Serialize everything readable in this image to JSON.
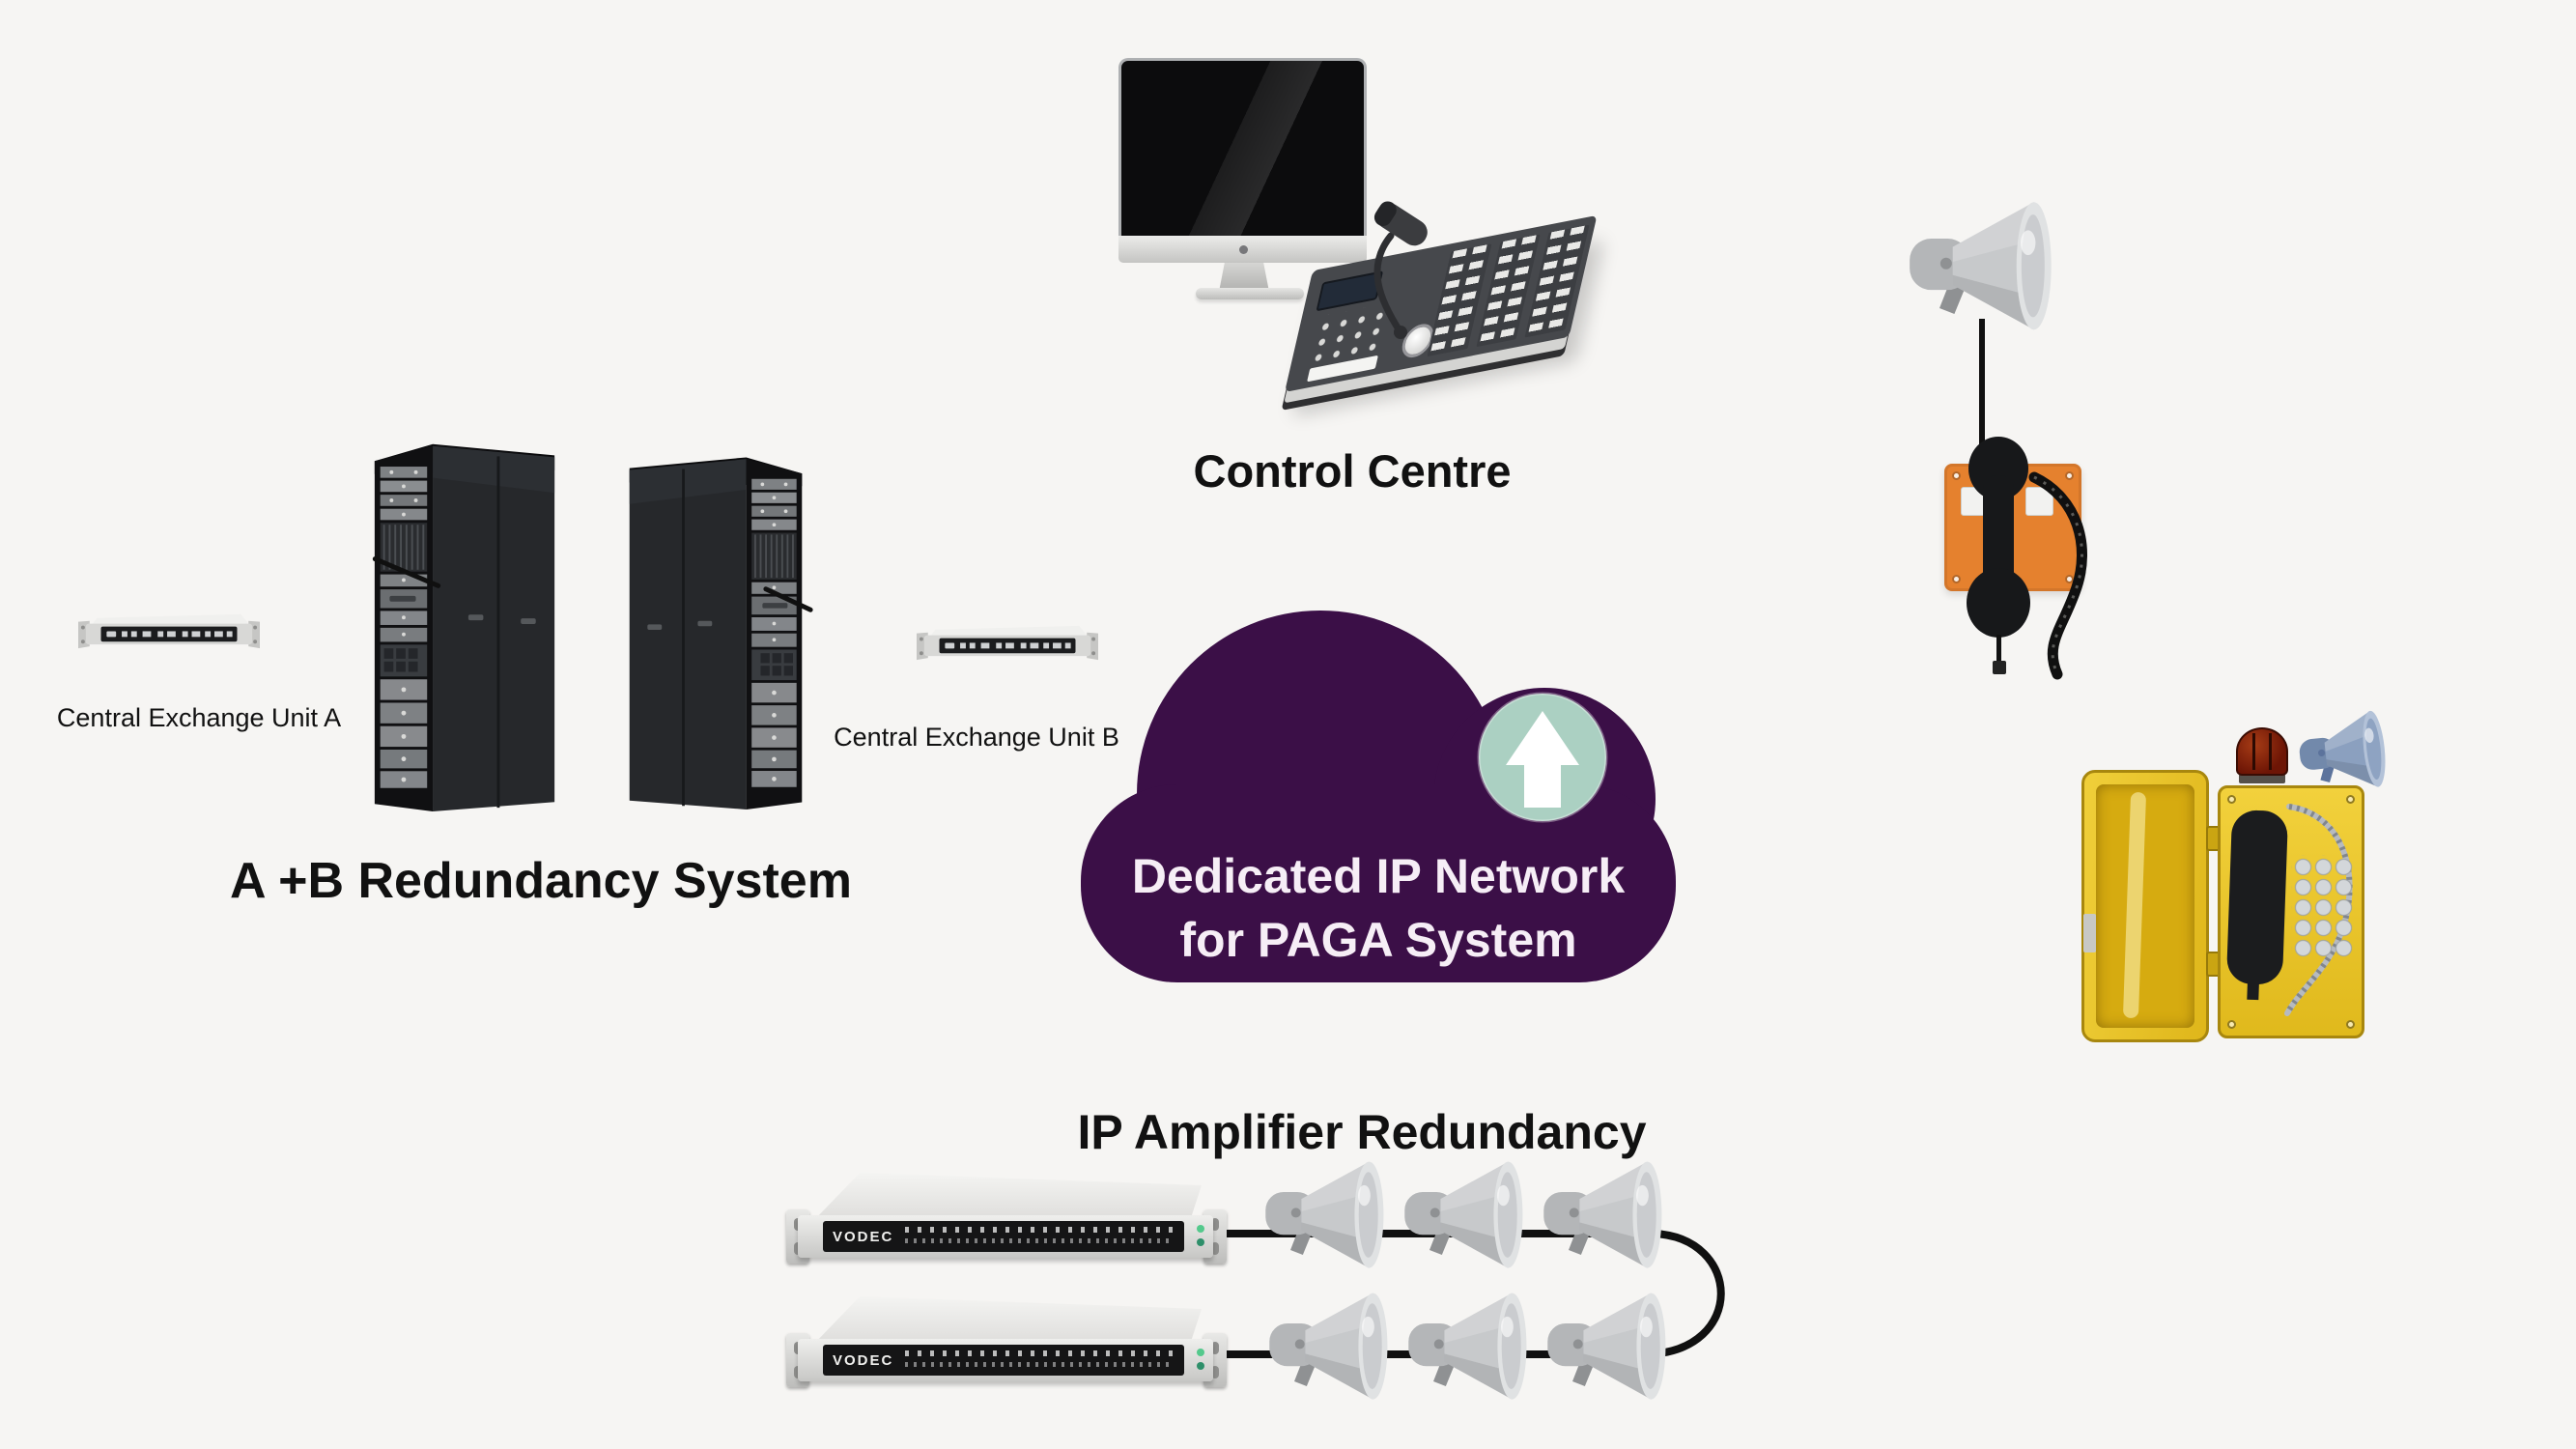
{
  "labels": {
    "control_centre": "Control Centre",
    "unit_a": "Central Exchange Unit A",
    "unit_b": "Central Exchange Unit B",
    "redundancy_title": "A +B Redundancy System",
    "amplifier_title": "IP Amplifier Redundancy",
    "cloud_line1": "Dedicated IP Network",
    "cloud_line2": "for PAGA System",
    "amplifier_brand": "VODEC"
  },
  "counts": {
    "server_racks": 2,
    "central_exchange_units": 2,
    "ip_amplifiers": 2,
    "loop_speakers": 6
  },
  "icons": {
    "network_arrow": "up-arrow",
    "control_position": "imac-monitor-with-paging-console-and-gooseneck-mic",
    "field_speakers": "horn-loudspeaker",
    "wall_station": "orange-panel-with-black-handset-and-coiled-cord",
    "industrial_phone": "yellow-weatherproof-telephone-with-beacon-and-blue-horn"
  },
  "colors": {
    "background": "#f6f5f3",
    "text": "#111111",
    "cloud": "#3b0f47",
    "cloud_text": "#f6eef6",
    "arrow_badge": "#abd0c2",
    "arrow": "#ffffff",
    "cable": "#101010",
    "panel_orange": "#e5812e",
    "phone_yellow": "#e7c226",
    "beacon": "#6e1708",
    "horn_blue": "#8399bb",
    "speaker_grey": "#c7c9cb",
    "amp_panel": "#151516"
  }
}
